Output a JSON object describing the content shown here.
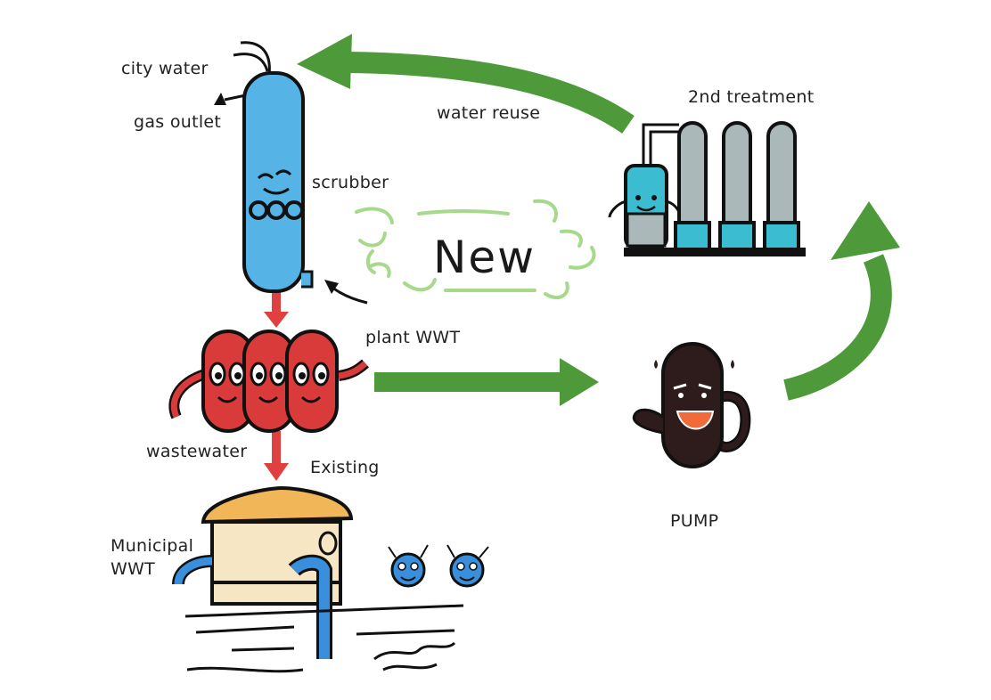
{
  "labels": {
    "city_water": "city water",
    "gas_outlet": "gas outlet",
    "scrubber": "scrubber",
    "water_reuse": "water reuse",
    "second_treatment": "2nd treatment",
    "new": "New",
    "plant_wwt": "plant WWT",
    "wastewater": "wastewater",
    "existing": "Existing",
    "municipal_wwt": "Municipal\nWWT",
    "pump": "PUMP"
  },
  "colors": {
    "green_arrow": "#4e9a3a",
    "red_arrow": "#e04040",
    "scrubber_blue": "#55b3e6",
    "wwt_red": "#d93a3a",
    "pump_brown": "#2e1b1b",
    "tank_tan": "#f7e6c4",
    "tank_roof": "#f0b657",
    "cloud_green": "#a6d98a",
    "treatment_teal": "#3bbcd0",
    "treatment_grey": "#aab8ba",
    "municipal_blue": "#3a8fdc"
  },
  "icons": [
    "scrubber-column-icon",
    "plant-wwt-character-icon",
    "pump-character-icon",
    "treatment-unit-icon",
    "municipal-tank-icon",
    "bubble-characters-icon",
    "new-cloud-icon"
  ]
}
